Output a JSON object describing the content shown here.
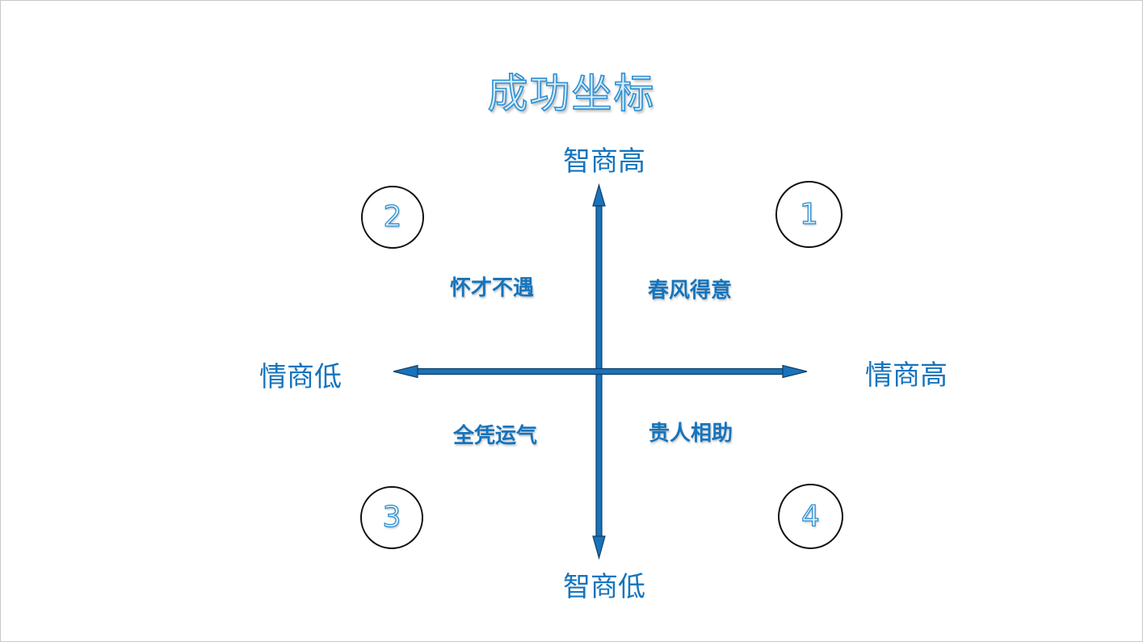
{
  "title": "成功坐标",
  "axes": {
    "top": "智商高",
    "bottom": "智商低",
    "left": "情商低",
    "right": "情商高"
  },
  "quadrants": {
    "q1": {
      "number": "1",
      "label": "春风得意"
    },
    "q2": {
      "number": "2",
      "label": "怀才不遇"
    },
    "q3": {
      "number": "3",
      "label": "全凭运气"
    },
    "q4": {
      "number": "4",
      "label": "贵人相助"
    }
  },
  "colors": {
    "axis_fill": "#1a72b8",
    "axis_stroke": "#0d3f6a",
    "text": "#1574bd",
    "badge_border": "#111111"
  }
}
